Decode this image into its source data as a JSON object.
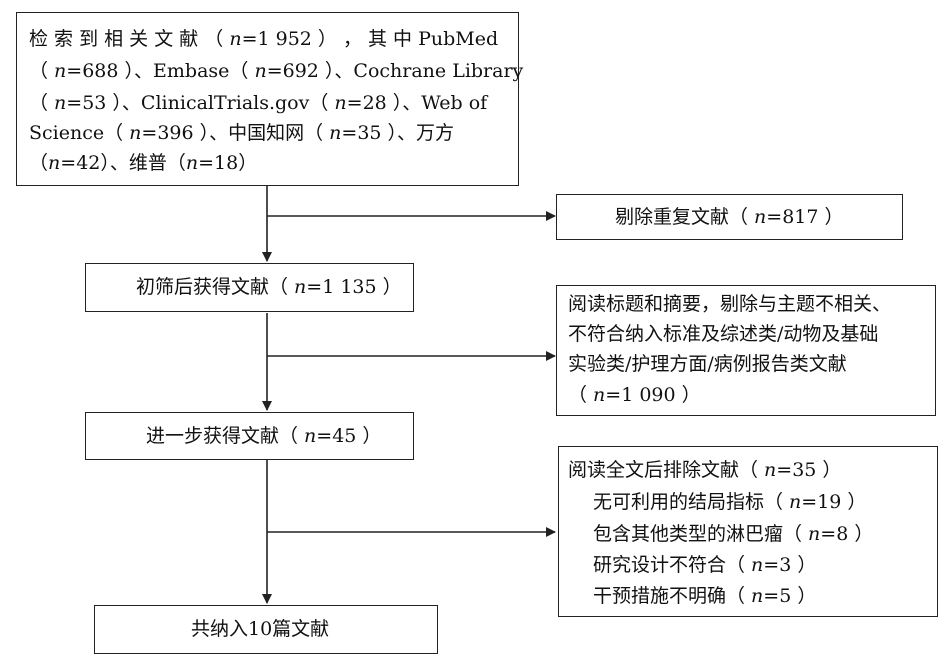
{
  "search": {
    "lines": [
      "检 索 到 相 关 文 献 （ n=1  952 ） ， 其 中 PubMed",
      "（ n=688 ）、Embase（ n=692 ）、Cochrane Library",
      "（ n=53 ）、ClinicalTrials.gov（ n=28 ）、Web of",
      "Science（ n=396 ）、中国知网（ n=35 ）、万方",
      "（n=42）、维普（n=18）"
    ]
  },
  "duplicates": {
    "text": "剔除重复文献（ n=817 ）"
  },
  "screened": {
    "text": "初筛后获得文献（ n=1 135 ）"
  },
  "excluded_abstract": {
    "lines": [
      "阅读标题和摘要，剔除与主题不相关、",
      "不符合纳入标准及综述类/动物及基础",
      "实验类/护理方面/病例报告类文献",
      "（ n=1 090 ）"
    ]
  },
  "further": {
    "text": "进一步获得文献（ n=45 ）"
  },
  "excluded_fulltext": {
    "title": "阅读全文后排除文献（ n=35 ）",
    "reasons": [
      "无可利用的结局指标（ n=19 ）",
      "包含其他类型的淋巴瘤（ n=8 ）",
      "研究设计不符合（ n=3 ）",
      "干预措施不明确（ n=5 ）"
    ]
  },
  "included": {
    "text": "共纳入10篇文献"
  }
}
